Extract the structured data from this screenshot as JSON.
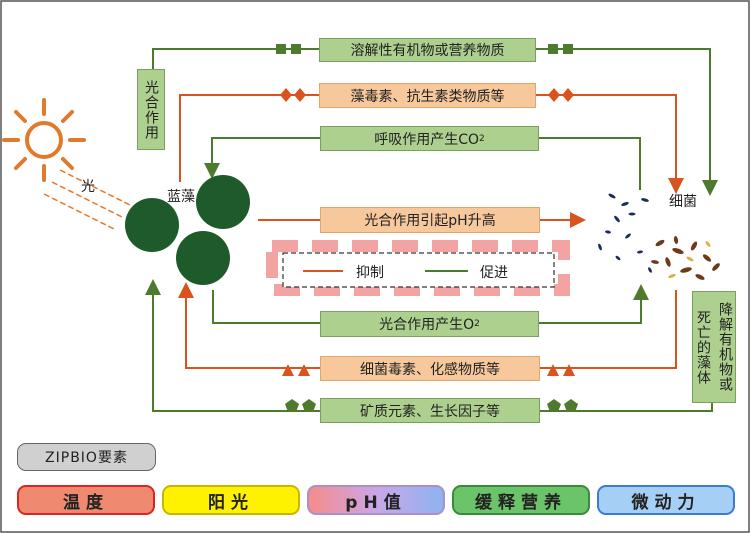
{
  "diagram": {
    "top_flow": "溶解性有机物或营养物质",
    "toxins_flow": "藻毒素、抗生素类物质等",
    "respiration_flow": "呼吸作用产生CO",
    "respiration_sub": "2",
    "ph_flow": "光合作用引起pH升高",
    "photo_o2_flow": "光合作用产生O",
    "photo_o2_sub": "2",
    "bacteria_toxins_flow": "细菌毒素、化感物质等",
    "minerals_flow": "矿质元素、生长因子等",
    "photosynthesis_label": "光合作用",
    "decompose_label_1": "降解有机物或",
    "decompose_label_2": "死亡的藻体",
    "light_label": "光",
    "algae_label": "蓝藻",
    "bacteria_label": "细菌",
    "legend_inhibit": "抑制",
    "legend_promote": "促进"
  },
  "zipbio": {
    "title": "ZIPBIO要素",
    "items": [
      {
        "label": "温度"
      },
      {
        "label": "阳光"
      },
      {
        "label": "pH值"
      },
      {
        "label": "缓释营养"
      },
      {
        "label": "微动力"
      }
    ]
  },
  "colors": {
    "green_arrow": "#4e7a2e",
    "orange_arrow": "#d9531e",
    "algae": "#1e5a2a",
    "sun": "#e07a2c",
    "dash_pink": "#f4a3a3"
  }
}
